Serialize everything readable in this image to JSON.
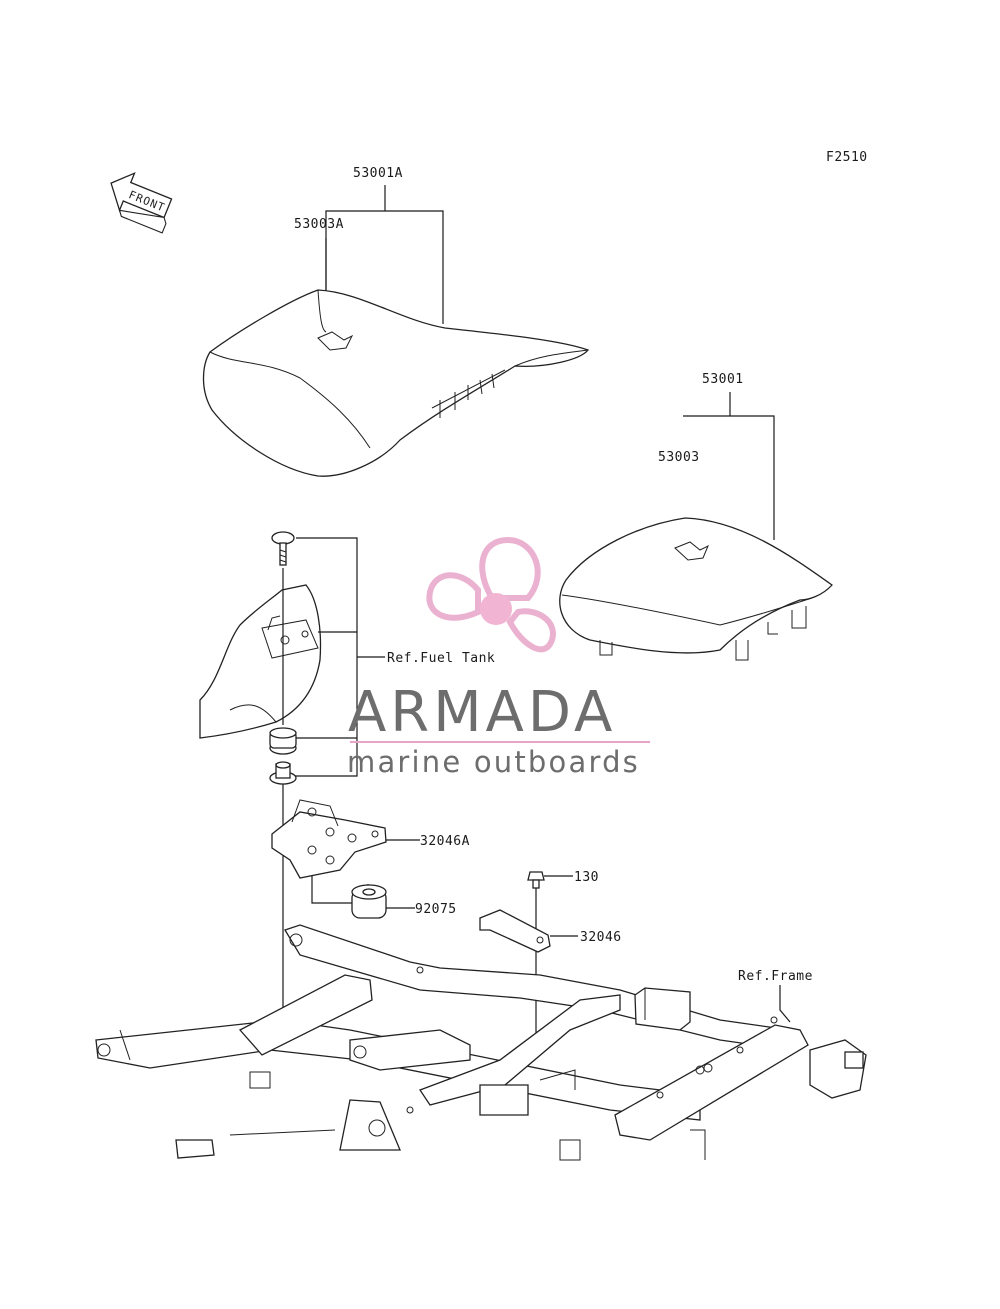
{
  "figure_code": "F2510",
  "front_label": "FRONT",
  "parts": {
    "p53001A": "53001A",
    "p53003A": "53003A",
    "p53001": "53001",
    "p53003": "53003",
    "p32046A": "32046A",
    "p92075": "92075",
    "p130": "130",
    "p32046": "32046"
  },
  "refs": {
    "fuel_tank": "Ref.Fuel Tank",
    "frame": "Ref.Frame"
  },
  "watermark": {
    "title": "ARMADA",
    "subtitle": "marine outboards",
    "colors": {
      "logo": "#e8a4c8",
      "hub": "#f0a8cc",
      "text": "#6d6d6d"
    }
  }
}
